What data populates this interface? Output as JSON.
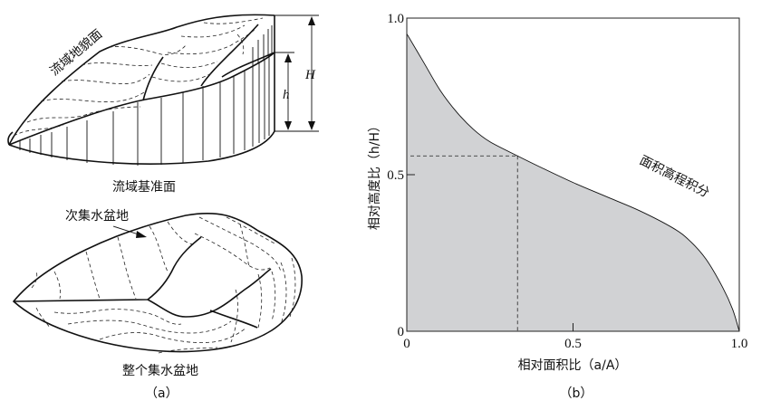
{
  "figure_a": {
    "surface_label": "流域地貌面",
    "base_label": "流域基准面",
    "H_label": "H",
    "h_label": "h",
    "sub_basin_label": "次集水盆地",
    "whole_basin_label": "整个集水盆地",
    "caption": "（a）"
  },
  "figure_b": {
    "caption": "（b）",
    "curve_label": "面积高程积分"
  },
  "chart_data": {
    "type": "area",
    "title": "",
    "xlabel": "相对面积比（a/A）",
    "ylabel": "相对高度比（h/H）",
    "xlim": [
      0,
      1.0
    ],
    "ylim": [
      0,
      1.0
    ],
    "xticks": [
      "0",
      "0.5",
      "1.0"
    ],
    "yticks": [
      "0",
      "0.5",
      "1.0"
    ],
    "grid": false,
    "series": [
      {
        "name": "面积高程积分",
        "x": [
          0,
          0.05,
          0.1,
          0.15,
          0.2,
          0.25,
          0.333,
          0.4,
          0.5,
          0.6,
          0.7,
          0.8,
          0.85,
          0.9,
          0.95,
          0.98,
          1.0
        ],
        "y": [
          0.95,
          0.86,
          0.77,
          0.7,
          0.645,
          0.605,
          0.56,
          0.525,
          0.475,
          0.43,
          0.385,
          0.33,
          0.29,
          0.23,
          0.14,
          0.07,
          0.0
        ]
      }
    ],
    "reference_point": {
      "x": 0.333,
      "y": 0.56
    }
  }
}
